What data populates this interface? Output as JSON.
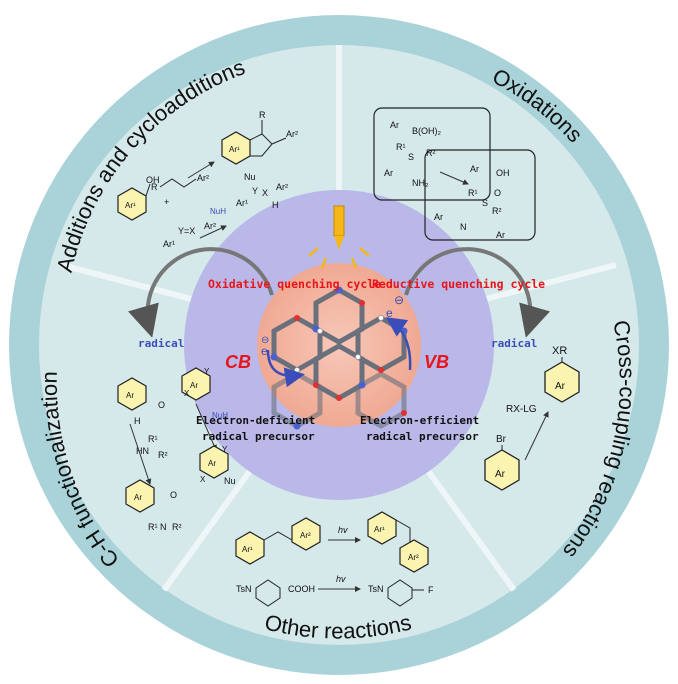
{
  "sections": {
    "top_left": "Additions and cycloadditions",
    "top_right": "Oxidations",
    "right": "Cross-coupling reactions",
    "bottom": "Other reactions",
    "left": "C-H functionalization"
  },
  "center": {
    "oxidative_cycle": "Oxidative quenching cycle",
    "reductive_cycle": "Reductive quenching cycle",
    "cb": "CB",
    "vb": "VB",
    "radical_left": "radical",
    "radical_right": "radical",
    "electron_symbol": "e",
    "electron_charge": "⊖",
    "precursor_left_1": "Electron-deficient",
    "precursor_left_2": "radical precursor",
    "precursor_right_1": "Electron-efficient",
    "precursor_right_2": "radical precursor"
  },
  "additions": {
    "ar1": "Ar¹",
    "oh": "OH",
    "plus": "+",
    "r": "R",
    "ar2": "Ar²",
    "product_r": "R",
    "product_ar1": "Ar¹",
    "product_ar2": "Ar²",
    "yx": "Y=X",
    "nuh": "NuH",
    "nu": "Nu",
    "y": "Y",
    "x": "X",
    "h": "H"
  },
  "oxidations": {
    "ar_b": "Ar",
    "boh2": "B(OH)₂",
    "r1": "R¹",
    "s": "S",
    "r2": "R²",
    "ar_nh": "Ar",
    "nh2": "NH₂",
    "ar_oh": "Ar",
    "oh": "OH",
    "r1b": "R¹",
    "sb": "S",
    "o": "O",
    "r2b": "R²",
    "ar_n1": "Ar",
    "n": "N",
    "ar_n2": "Ar"
  },
  "cross_coupling": {
    "xr": "XR",
    "ar_top": "Ar",
    "reagent": "RX-LG",
    "br": "Br",
    "ar_bottom": "Ar"
  },
  "ch_func": {
    "ar_ald": "Ar",
    "o": "O",
    "h": "H",
    "r1": "R¹",
    "hn": "HN",
    "r2": "R²",
    "ar_amide": "Ar",
    "o2": "O",
    "r1b": "R¹",
    "n": "N",
    "r2b": "R²",
    "ar_het": "Ar",
    "y": "Y",
    "x": "X",
    "nuh": "NuH",
    "ar_het2": "Ar",
    "y2": "Y",
    "x2": "X",
    "nu": "Nu"
  },
  "other": {
    "ar1": "Ar¹",
    "ar2": "Ar²",
    "hv1": "hv",
    "ar1b": "Ar¹",
    "ar2b": "Ar²",
    "tsn": "TsN",
    "cooh": "COOH",
    "hv2": "hv",
    "tsn2": "TsN",
    "f": "F"
  },
  "colors": {
    "outer_ring": "#a9d2d9",
    "sector": "#d5e8ea",
    "divider": "#eef6f7",
    "inner_disc": "#b9b8e8",
    "core": "#f4b9a6",
    "label_red": "#e8141a",
    "label_blue": "#3a4db8",
    "highlight": "#fbf3b0"
  }
}
